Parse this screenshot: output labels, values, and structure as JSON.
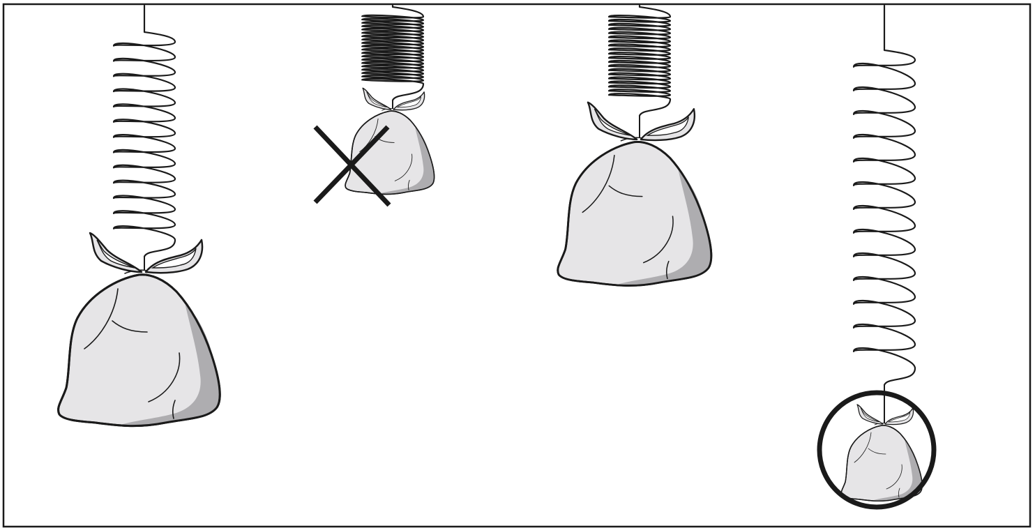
{
  "figure": {
    "panels": [
      {
        "id": "stretched-spring-heavy-bag",
        "spring_state": "stretched",
        "bag_size": "large",
        "marker": "none"
      },
      {
        "id": "compressed-spring-small-bag",
        "spring_state": "compressed",
        "bag_size": "small",
        "marker": "cross"
      },
      {
        "id": "compressed-spring-large-bag",
        "spring_state": "compressed",
        "bag_size": "large",
        "marker": "none"
      },
      {
        "id": "stretched-spring-small-bag",
        "spring_state": "stretched",
        "bag_size": "small",
        "marker": "circle"
      }
    ],
    "colors": {
      "line": "#1a1a1a",
      "bag_fill": "#e6e5e7",
      "bag_shade": "#aeadb0",
      "background": "#ffffff"
    }
  }
}
